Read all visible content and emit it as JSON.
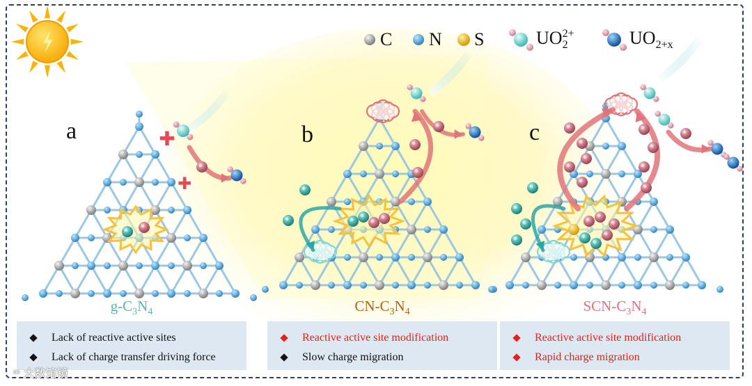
{
  "legend": {
    "c": "C",
    "n": "N",
    "s": "S",
    "uo2_base": "UO",
    "uo2_sub": "2",
    "uo2_sup": "2+",
    "uo2x_base": "UO",
    "uo2x_sub": "2+x"
  },
  "panels": [
    {
      "letter": "a",
      "label_pre": "g-C",
      "label_sub1": "3",
      "label_mid": "N",
      "label_sub2": "4",
      "label_color": "#5ab4b0",
      "rows": [
        {
          "text": "Lack of reactive active sites",
          "color": "#111111"
        },
        {
          "text": "Lack of charge transfer driving force",
          "color": "#111111"
        }
      ]
    },
    {
      "letter": "b",
      "label_pre": "CN-C",
      "label_sub1": "3",
      "label_mid": "N",
      "label_sub2": "4",
      "label_color": "#b8600c",
      "rows": [
        {
          "text": "Reactive active site modification",
          "color": "#e3201b"
        },
        {
          "text": "Slow charge migration",
          "color": "#111111"
        }
      ]
    },
    {
      "letter": "c",
      "label_pre": "SCN-C",
      "label_sub1": "3",
      "label_mid": "N",
      "label_sub2": "4",
      "label_color": "#e0737a",
      "rows": [
        {
          "text": "Reactive active site modification",
          "color": "#e3201b"
        },
        {
          "text": "Rapid charge migration",
          "color": "#e3201b"
        }
      ]
    }
  ],
  "watermark": "大数馆镜",
  "colors": {
    "carbon": "#9a9a9a",
    "nitrogen": "#3f9fd6",
    "sulfur": "#e8b90c",
    "hole": "#1e9b8f",
    "electron": "#b04a5a",
    "arrow_pink": "#e0747a",
    "arrow_teal": "#2aa7a5",
    "frame": "#2f3e5c"
  }
}
